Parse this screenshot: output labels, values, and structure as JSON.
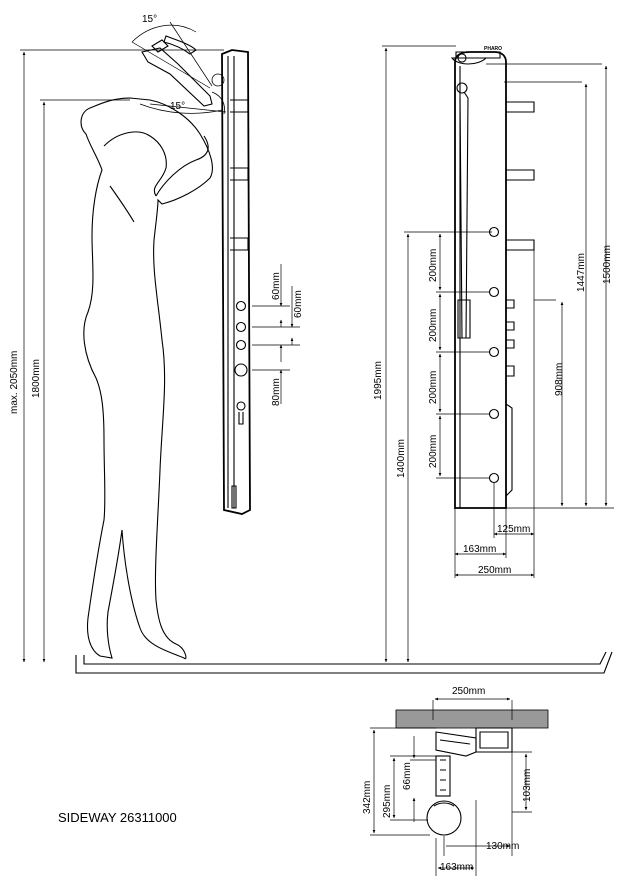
{
  "model_label": "SIDEWAY 26311000",
  "brand_label": "PHARO",
  "angles": {
    "upper": "15°",
    "lower": "15°"
  },
  "side_view": {
    "max_height": "max. 2050mm",
    "height_1800": "1800mm",
    "spacing_1": "60mm",
    "spacing_2": "60mm",
    "spacing_3": "80mm"
  },
  "front_view": {
    "total_height": "1995mm",
    "height_1500": "1500mm",
    "height_1447": "1447mm",
    "height_1400": "1400mm",
    "height_908": "908mm",
    "nozzle_spacing": [
      "200mm",
      "200mm",
      "200mm",
      "200mm"
    ],
    "width_125": "125mm",
    "width_163": "163mm",
    "width_250": "250mm"
  },
  "top_view": {
    "width_250": "250mm",
    "depth_342": "342mm",
    "depth_295": "295mm",
    "depth_66": "66mm",
    "depth_103": "103mm",
    "width_130": "130mm",
    "width_163": "163mm"
  }
}
